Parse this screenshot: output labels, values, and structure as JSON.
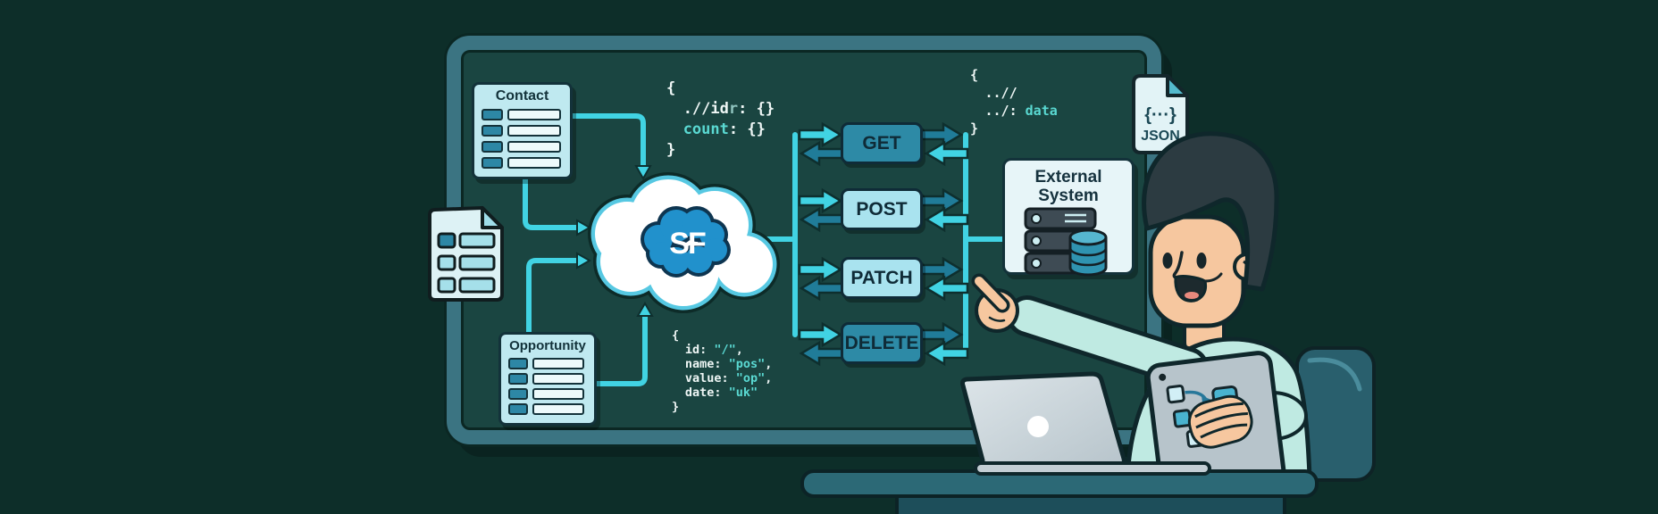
{
  "cloud": {
    "label": "SF"
  },
  "cards": {
    "contact": {
      "title": "Contact"
    },
    "opportunity": {
      "title": "Opportunity"
    }
  },
  "methods": [
    {
      "label": "GET",
      "variant": "dark"
    },
    {
      "label": "POST",
      "variant": "light"
    },
    {
      "label": "PATCH",
      "variant": "light"
    },
    {
      "label": "DELETE",
      "variant": "dark"
    }
  ],
  "external_system": {
    "title_line1": "External",
    "title_line2": "System"
  },
  "json_file": {
    "glyph": "{···}",
    "label": "JSON"
  },
  "code": {
    "query": {
      "open": "{",
      "path": ".//id",
      "path_suffix": "r",
      "path_rest": ": {}",
      "count_key": "count",
      "count_rest": ": {}",
      "close": "}"
    },
    "record": {
      "open": "{",
      "fields": [
        {
          "key": "id: ",
          "value": "\"/\"",
          "sep": ","
        },
        {
          "key": "name: ",
          "value": "\"pos\"",
          "sep": ","
        },
        {
          "key": "value: ",
          "value": "\"op\"",
          "sep": ","
        },
        {
          "key": "date: ",
          "value": "\"uk\"",
          "sep": ""
        }
      ],
      "close": "}"
    },
    "response": {
      "open": "{",
      "line1": "..//",
      "line2_key": "../: ",
      "line2_value": "data",
      "close": "}"
    }
  },
  "colors": {
    "background": "#0d2e29",
    "board_frame": "#3b7482",
    "board_surface": "#1a4541",
    "arrow_cyan": "#41d3e3",
    "arrow_dark_teal": "#207c99",
    "button_dark": "#2d8aa6",
    "button_light": "#a9e3ef",
    "card_light": "#bfe9f0",
    "cloud_blue": "#2191cc",
    "code_teal": "#5ad9d2",
    "skin": "#f6c79f",
    "sweater": "#bfeae2"
  }
}
